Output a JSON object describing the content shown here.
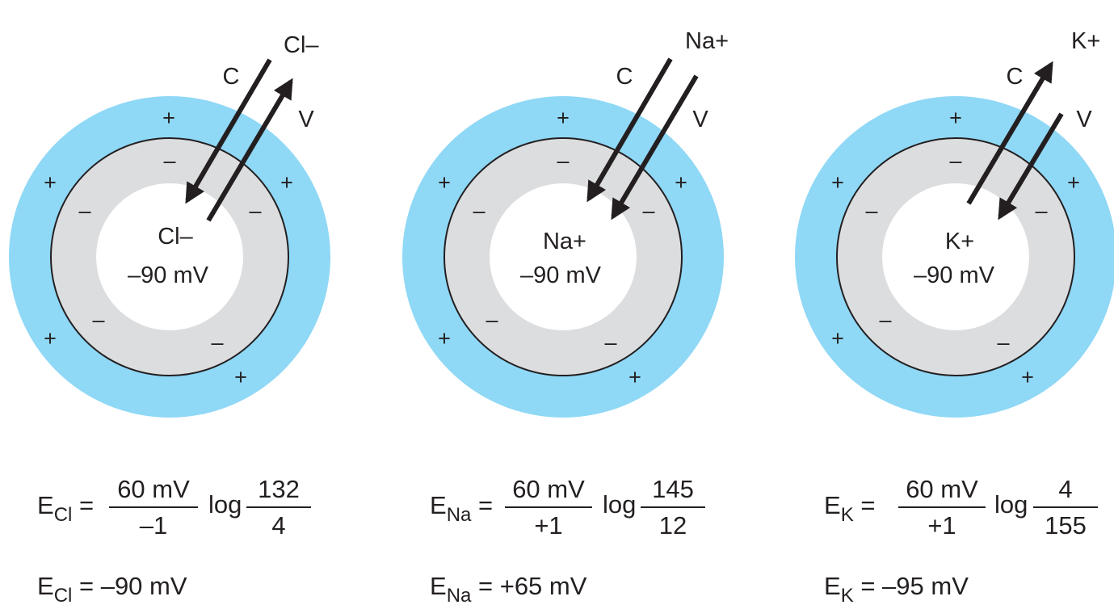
{
  "colors": {
    "extracellular": "#8fd8f6",
    "membrane": "#dcdddf",
    "intracellular": "#ffffff",
    "ink": "#231f20"
  },
  "labels": {
    "plus": "+",
    "minus": "–",
    "concentration": "C",
    "voltage": "V"
  },
  "cells": [
    {
      "ion_outside": "Cl–",
      "ion_inside": "Cl–",
      "potential": "–90 mV",
      "concentration_arrow": "inward",
      "voltage_arrow": "outward",
      "eq_symbol": "E",
      "eq_subscript": "Cl",
      "eq_equals": "=",
      "numerator": "60 mV",
      "denominator": "–1",
      "log_label": "log",
      "log_numerator": "132",
      "log_denominator": "4",
      "result_symbol": "E",
      "result_subscript": "Cl",
      "result_value": "= –90 mV"
    },
    {
      "ion_outside": "Na+",
      "ion_inside": "Na+",
      "potential": "–90 mV",
      "concentration_arrow": "inward",
      "voltage_arrow": "inward",
      "eq_symbol": "E",
      "eq_subscript": "Na",
      "eq_equals": "=",
      "numerator": "60 mV",
      "denominator": "+1",
      "log_label": "log",
      "log_numerator": "145",
      "log_denominator": "12",
      "result_symbol": "E",
      "result_subscript": "Na",
      "result_value": "= +65 mV"
    },
    {
      "ion_outside": "K+",
      "ion_inside": "K+",
      "potential": "–90 mV",
      "concentration_arrow": "outward",
      "voltage_arrow": "inward",
      "eq_symbol": "E",
      "eq_subscript": "K",
      "eq_equals": "=",
      "numerator": "60 mV",
      "denominator": "+1",
      "log_label": "log",
      "log_numerator": "4",
      "log_denominator": "155",
      "result_symbol": "E",
      "result_subscript": "K",
      "result_value": "= –95 mV"
    }
  ]
}
